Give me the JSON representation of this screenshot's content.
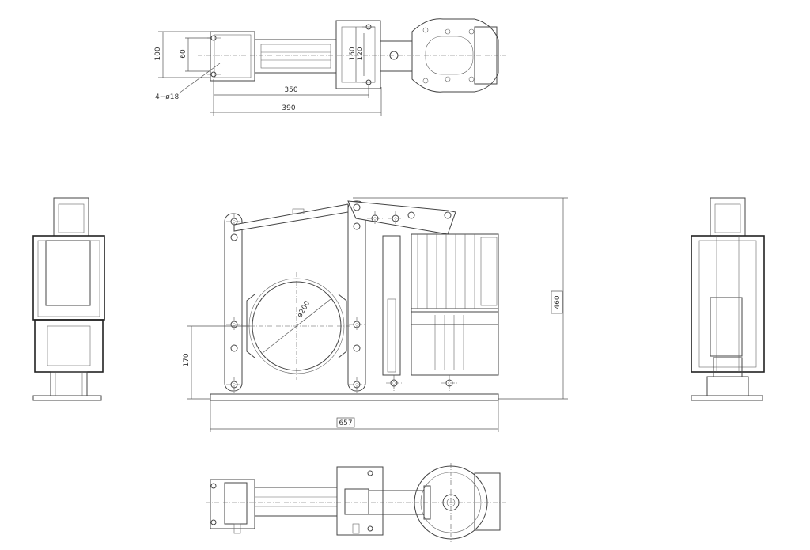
{
  "dimensions": {
    "top_height_outer": "100",
    "top_height_inner": "60",
    "top_hole_spec": "4−ø18",
    "top_bolt_spacing": "350",
    "top_base_length": "390",
    "top_block_outer": "160",
    "top_block_inner": "120",
    "front_drum_diameter": "ø200",
    "front_center_height": "170",
    "front_overall_height": "460",
    "front_overall_length": "657"
  }
}
